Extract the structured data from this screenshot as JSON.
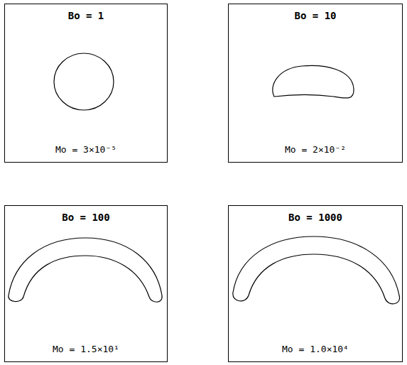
{
  "diagram": {
    "nodes": [
      {
        "text": [
          "Bo = 1",
          "Mo = 3×10⁻⁵"
        ]
      },
      {
        "text": [
          "Bo = 10",
          "Mo = 2×10⁻²"
        ]
      },
      {
        "text": [
          "Bo = 100",
          "Mo = 1.5×10¹"
        ]
      },
      {
        "text": [
          "Bo = 1000",
          "Mo = 1.0×10⁴"
        ]
      }
    ]
  }
}
